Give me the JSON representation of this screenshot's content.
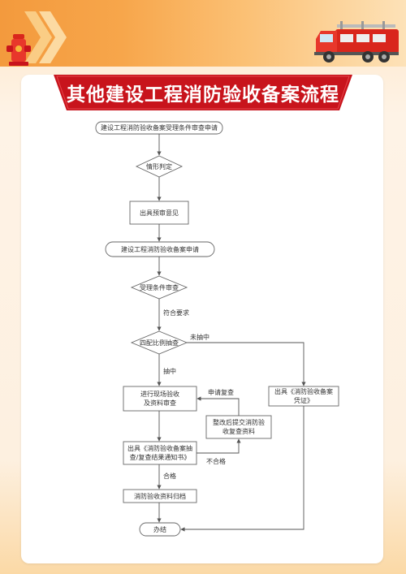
{
  "title": "其他建设工程消防验收备案流程",
  "nodes": {
    "n1": "建设工程消防验收备案受理条件审查申请",
    "n2": "情形判定",
    "n3": "出具预审意见",
    "n4": "建设工程消防验收备案申请",
    "n5": "受理条件审查",
    "n6": "四配比例抽查",
    "n7": "进行现场验收及资料审查",
    "n8": "出具《消防验收备案凭证》",
    "n9": "整改后提交消防验收复查资料",
    "n10": "出具《消防验收备案抽查/复查结果通知书》",
    "n11": "消防验收资料归档",
    "n12": "办结"
  },
  "edge_labels": {
    "meets": "符合要求",
    "not_selected": "未抽中",
    "selected": "抽中",
    "apply_recheck": "申请复查",
    "fail": "不合格",
    "pass": "合格"
  },
  "colors": {
    "banner": "#f39a3d",
    "ribbon": "#c8141c",
    "line": "#666666"
  },
  "icons": [
    "chevron-icon",
    "fire-hydrant-icon",
    "fire-truck-icon"
  ]
}
